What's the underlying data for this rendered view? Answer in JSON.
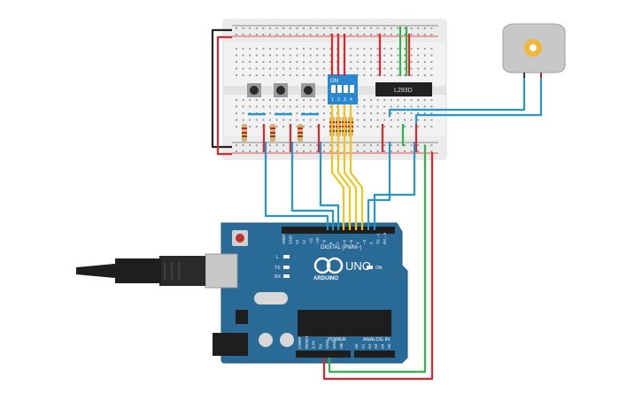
{
  "breadboard": {
    "chip_label": "L293D",
    "dip_switch": {
      "label": "ON",
      "positions": [
        "1",
        "2",
        "3",
        "4"
      ]
    },
    "button_count": 3,
    "resistor_count": 7
  },
  "arduino": {
    "model": "UNO",
    "brand": "ARDUINO",
    "digital_header_label": "DIGITAL (PWM~)",
    "analog_header_label": "ANALOG IN",
    "power_header_label": "POWER",
    "on_label": "ON",
    "led_labels": [
      "L",
      "TX",
      "RX"
    ],
    "digital_pins": [
      "AREF",
      "GND",
      "13",
      "12",
      "~11",
      "~10",
      "~9",
      "8",
      "7",
      "~6",
      "~5",
      "4",
      "~3",
      "2",
      "TX→1",
      "RX←0"
    ],
    "power_pins": [
      "IOREF",
      "RESET",
      "3.3V",
      "5V",
      "GND",
      "GND",
      "Vin"
    ],
    "analog_pins": [
      "A0",
      "A1",
      "A2",
      "A3",
      "A4",
      "A5"
    ]
  },
  "motor": {
    "type": "DC motor"
  },
  "colors": {
    "board": "#2a6a97",
    "breadboard": "#f2f2f2",
    "wire_red": "#e0262b",
    "wire_black": "#222222",
    "wire_blue": "#2696c8",
    "wire_green": "#2fb34a",
    "wire_yellow": "#f0c419"
  }
}
